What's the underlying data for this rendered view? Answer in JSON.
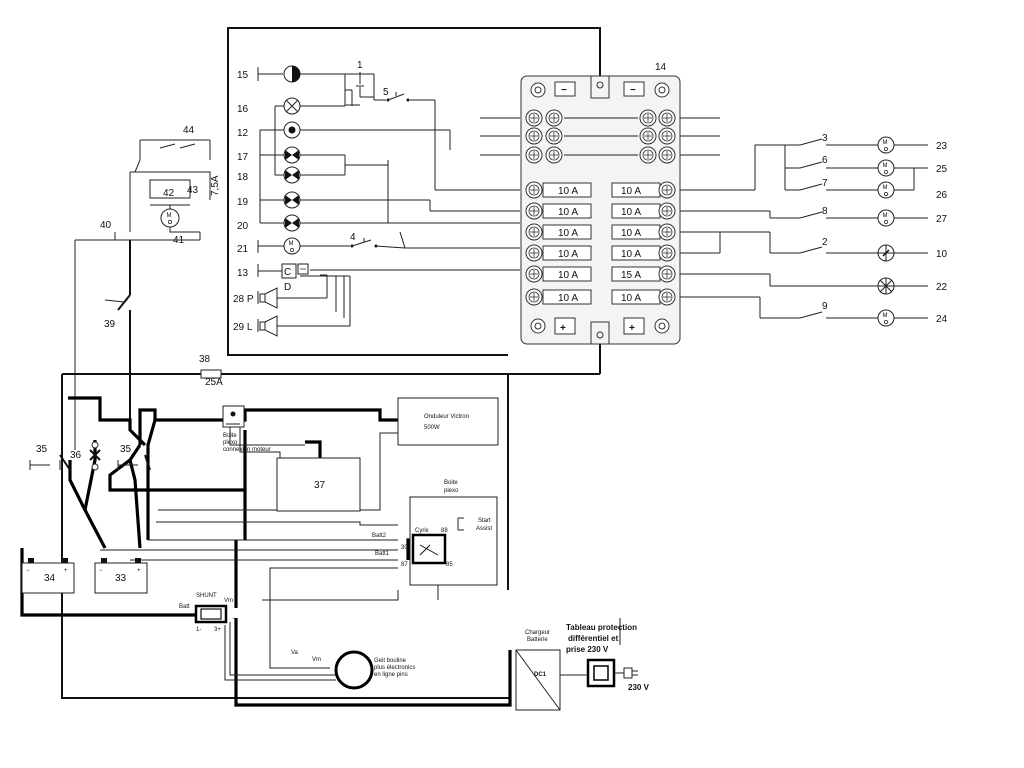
{
  "components": {
    "left_panel": [
      {
        "num": "15"
      },
      {
        "num": "16"
      },
      {
        "num": "12"
      },
      {
        "num": "17"
      },
      {
        "num": "18"
      },
      {
        "num": "19"
      },
      {
        "num": "20"
      },
      {
        "num": "21",
        "symbol": "M"
      },
      {
        "num": "13",
        "symbol": "C"
      },
      {
        "num": "28 P"
      },
      {
        "num": "29 L"
      }
    ],
    "switches_panel": [
      "1",
      "5",
      "4",
      "D"
    ],
    "right_outputs": [
      {
        "sw": "3",
        "out": "23",
        "symbol": "M"
      },
      {
        "sw": "6",
        "out": "25",
        "symbol": "M"
      },
      {
        "sw": "7",
        "out": "26",
        "symbol": "M"
      },
      {
        "sw": "8",
        "out": "27",
        "symbol": "M"
      },
      {
        "sw": "2",
        "out": "10"
      },
      {
        "out": "22"
      },
      {
        "sw": "9",
        "out": "24",
        "symbol": "M"
      }
    ]
  },
  "fusebox": {
    "label": "14",
    "fuses_left": [
      "10 A",
      "10 A",
      "10 A",
      "10 A",
      "10 A",
      "10 A"
    ],
    "fuses_right": [
      "10 A",
      "10 A",
      "10 A",
      "10 A",
      "15 A",
      "10 A"
    ],
    "minus": "−",
    "plus": "+"
  },
  "relay_block": {
    "r44": "44",
    "r42": "42",
    "r43": "43",
    "fuse": "7,5A",
    "motor": "41",
    "motor_symbol": "M",
    "n40": "40"
  },
  "switch39": "39",
  "fuse38": {
    "num": "38",
    "rating": "25A"
  },
  "inverter": {
    "line1": "Onduleur Victron",
    "line2": "500W"
  },
  "boite_moteur": {
    "line1": "Boite",
    "line2": "plexo",
    "line3": "connexion moteur"
  },
  "box37": "37",
  "boite_plexo": {
    "line1": "Boite",
    "line2": "plexo",
    "start1": "Start",
    "start2": "Assist"
  },
  "cyrix": {
    "name": "Cyrix",
    "p88": "88",
    "p30": "30",
    "p87": "87",
    "p85": "85"
  },
  "wire_labels": {
    "batt2": "Batt2",
    "batt1": "Batt1",
    "va": "Va",
    "vm": "Vm"
  },
  "batteries": {
    "b34": "34",
    "b33": "33",
    "plus": "+",
    "minus": "−"
  },
  "switches35": [
    "35",
    "35"
  ],
  "label36": "36",
  "shunt": {
    "title": "SHUNT",
    "batt": "Batt",
    "vm": "Vm",
    "minus": "1-",
    "plus": "3+",
    "neg": "−"
  },
  "gauge": {
    "line1": "Geit bouline",
    "line2": "plus électronics",
    "line3": "en ligne pins"
  },
  "charger": {
    "line1": "Chargeur",
    "line2": "Batterie",
    "type": "DC1"
  },
  "protection": {
    "line1": "Tableau protection",
    "line2": "différentiel et",
    "line3": "prise 230 V",
    "volt": "230 V"
  }
}
